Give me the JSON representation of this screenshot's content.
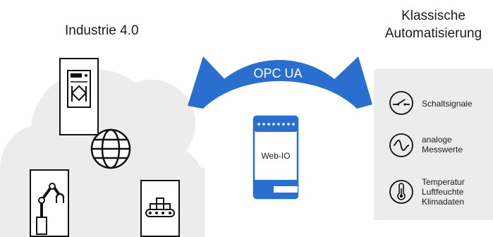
{
  "left_heading": "Industrie 4.0",
  "right_heading_line1": "Klassische",
  "right_heading_line2": "Automatisierung",
  "protocol_label": "OPC UA",
  "device_label": "Web-IO",
  "signals": [
    {
      "icon": "switch-icon",
      "lines": [
        "Schaltsignale"
      ]
    },
    {
      "icon": "analog-wave-icon",
      "lines": [
        "analoge",
        "Messwerte"
      ]
    },
    {
      "icon": "thermometer-icon",
      "lines": [
        "Temperatur",
        "Luftfeuchte",
        "Klimadaten"
      ]
    }
  ],
  "colors": {
    "arrow_blue": "#2a6fd0",
    "device_blue": "#2a6fd0",
    "cloud_grey": "#ececec",
    "panel_grey": "#ececec"
  }
}
